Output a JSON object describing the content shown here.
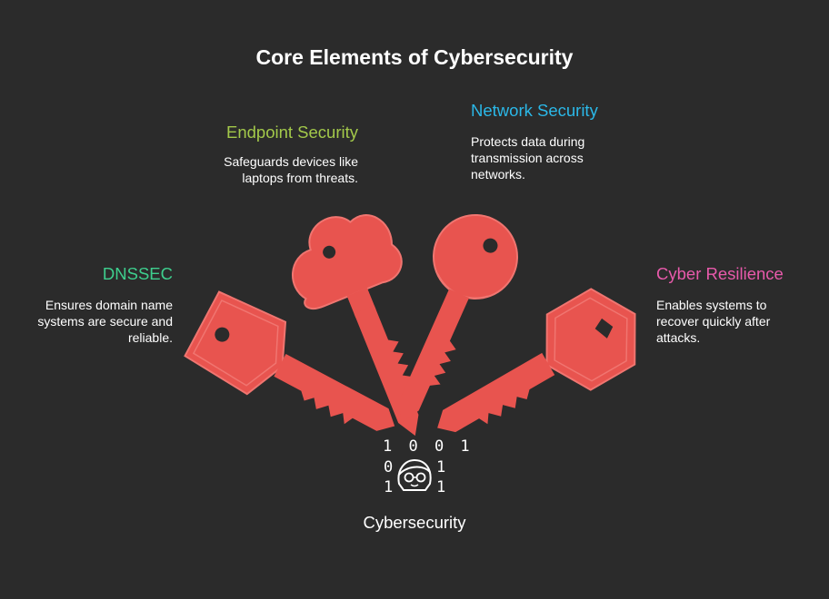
{
  "title": "Core Elements of Cybersecurity",
  "center": {
    "label": "Cybersecurity",
    "binary": [
      "1 0 0 1",
      "0",
      "1",
      "1",
      "1",
      "0"
    ]
  },
  "elements": [
    {
      "id": "dnssec",
      "title": "DNSSEC",
      "description_lines": [
        "Ensures domain name",
        "systems are secure and",
        "reliable."
      ],
      "color": "#3ecf8e"
    },
    {
      "id": "endpoint",
      "title": "Endpoint Security",
      "description_lines": [
        "Safeguards devices like",
        "laptops from threats."
      ],
      "color": "#a3c94a"
    },
    {
      "id": "network",
      "title": "Network Security",
      "description_lines": [
        "Protects data during",
        "transmission across",
        "networks."
      ],
      "color": "#2bb8e8"
    },
    {
      "id": "resilience",
      "title": "Cyber Resilience",
      "description_lines": [
        "Enables systems to",
        "recover quickly after",
        "attacks."
      ],
      "color": "#e85aab"
    }
  ],
  "colors": {
    "background": "#2b2b2b",
    "key_fill": "#e8544f",
    "key_stroke": "#f07570"
  }
}
